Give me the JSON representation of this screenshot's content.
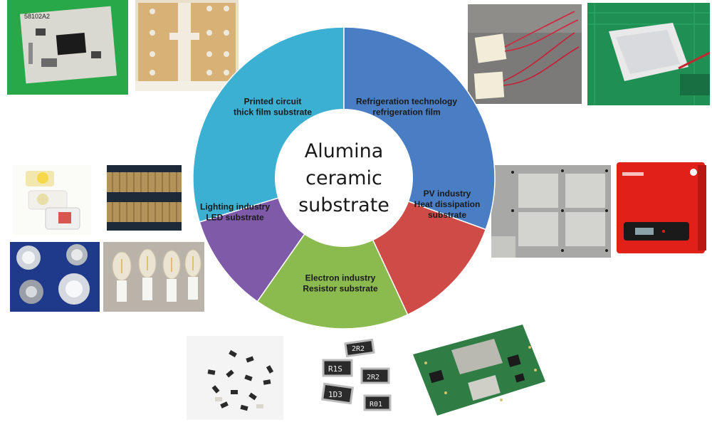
{
  "center": {
    "lines": [
      "Alumina",
      "ceramic",
      "substrate"
    ]
  },
  "segments": [
    {
      "id": "printed-circuit",
      "color": "#3bb0d3",
      "lines": [
        "Printed circuit",
        "thick film substrate"
      ]
    },
    {
      "id": "refrigeration",
      "color": "#4a7ec4",
      "lines": [
        "Refrigeration technology",
        "refrigeration film"
      ]
    },
    {
      "id": "pv-industry",
      "color": "#cf4b47",
      "lines": [
        "PV industry",
        "Heat dissipation",
        "substrate"
      ]
    },
    {
      "id": "electron",
      "color": "#8bbb4f",
      "lines": [
        "Electron industry",
        "Resistor substrate"
      ]
    },
    {
      "id": "lighting",
      "color": "#7e5aa8",
      "lines": [
        "Lighting industry",
        "LED substrate"
      ]
    }
  ],
  "photos": {
    "circuit_module": {
      "marking": "58102A2"
    },
    "chip_resistors": {
      "markings": [
        "2R2",
        "R1S",
        "2R2",
        "1D3",
        "R01"
      ]
    }
  }
}
